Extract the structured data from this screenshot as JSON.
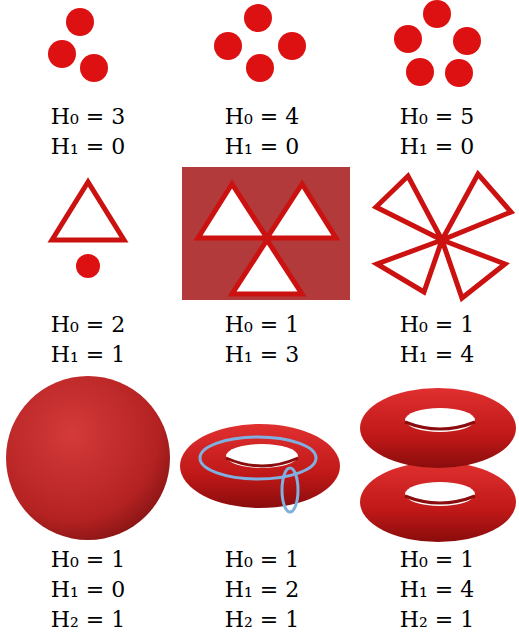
{
  "diagram": {
    "labels": [
      "H₀ = 3",
      "H₁ = 0",
      "H₀ = 4",
      "H₁ = 0",
      "H₀ = 5",
      "H₁ = 0",
      "H₀ = 2",
      "H₁ = 1",
      "H₀ = 1",
      "H₁ = 3",
      "H₀ = 1",
      "H₁ = 4",
      "H₀ = 1",
      "H₁ = 0",
      "H₂ = 1",
      "H₀ = 1",
      "H₁ = 2",
      "H₂ = 1",
      "H₀ = 1",
      "H₁ = 4",
      "H₂ = 1"
    ]
  }
}
